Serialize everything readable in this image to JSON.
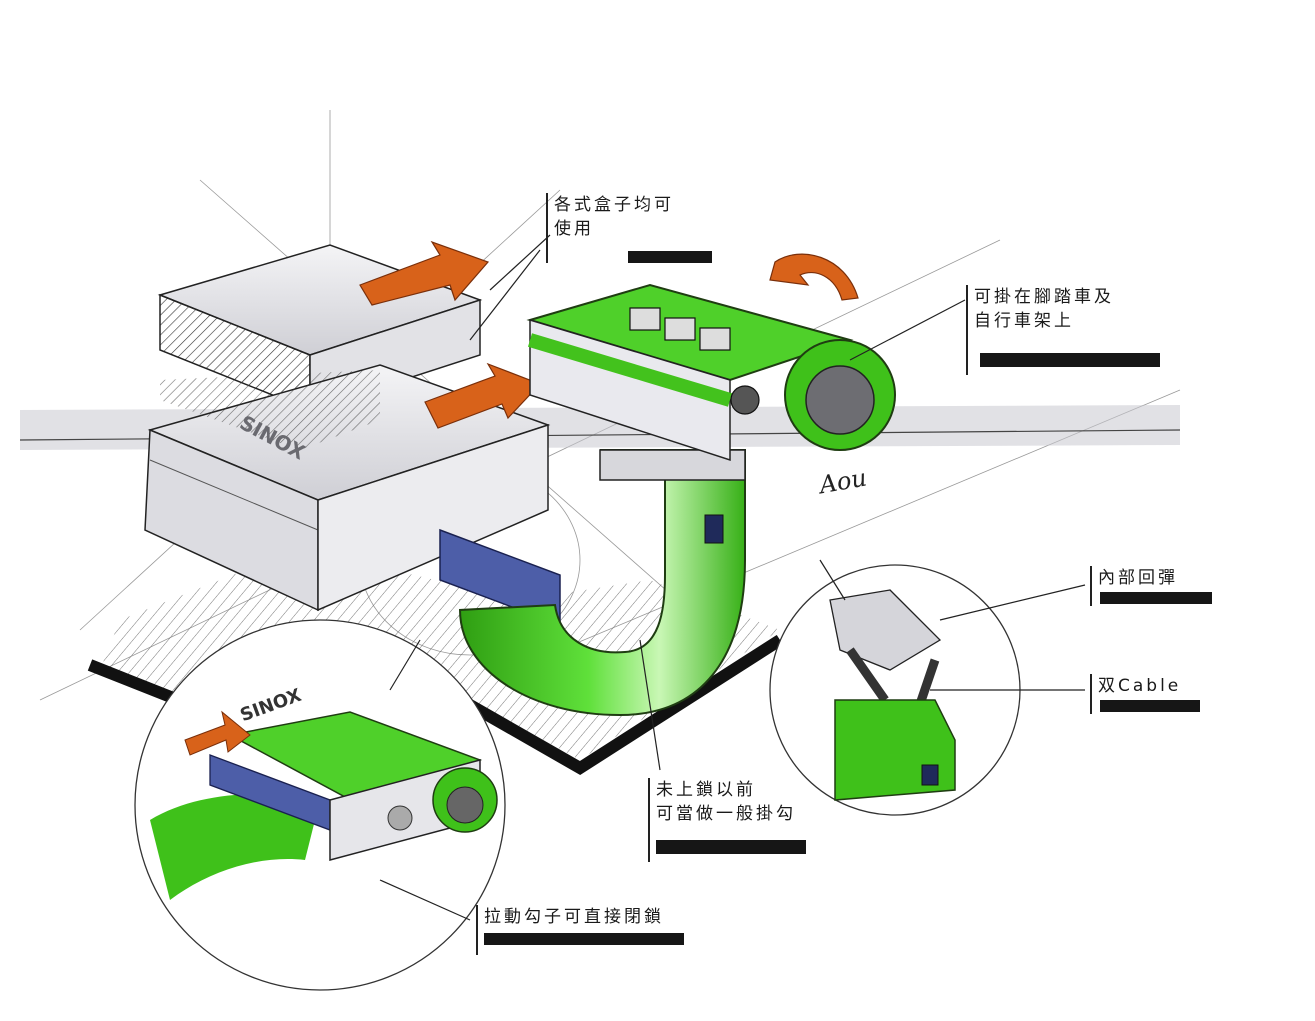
{
  "brand": {
    "logo_text": "SINOX",
    "accent": "#3fc11a",
    "arrow": "#d8621a",
    "shadow": "#4a4a4f"
  },
  "annotations": {
    "box_usage": {
      "lines": [
        "各式盒子均可",
        "使用"
      ]
    },
    "mount": {
      "lines": [
        "可掛在腳踏車及",
        "自行車架上"
      ]
    },
    "internal_return": {
      "lines": [
        "內部回彈"
      ]
    },
    "double_cable": {
      "lines": [
        "双Cable"
      ]
    },
    "before_lock": {
      "lines": [
        "未上鎖以前",
        "可當做一般掛勾"
      ]
    },
    "pull_lock": {
      "lines": [
        "拉動勾子可直接閉鎖"
      ]
    }
  },
  "signature": {
    "text": "Aou"
  }
}
